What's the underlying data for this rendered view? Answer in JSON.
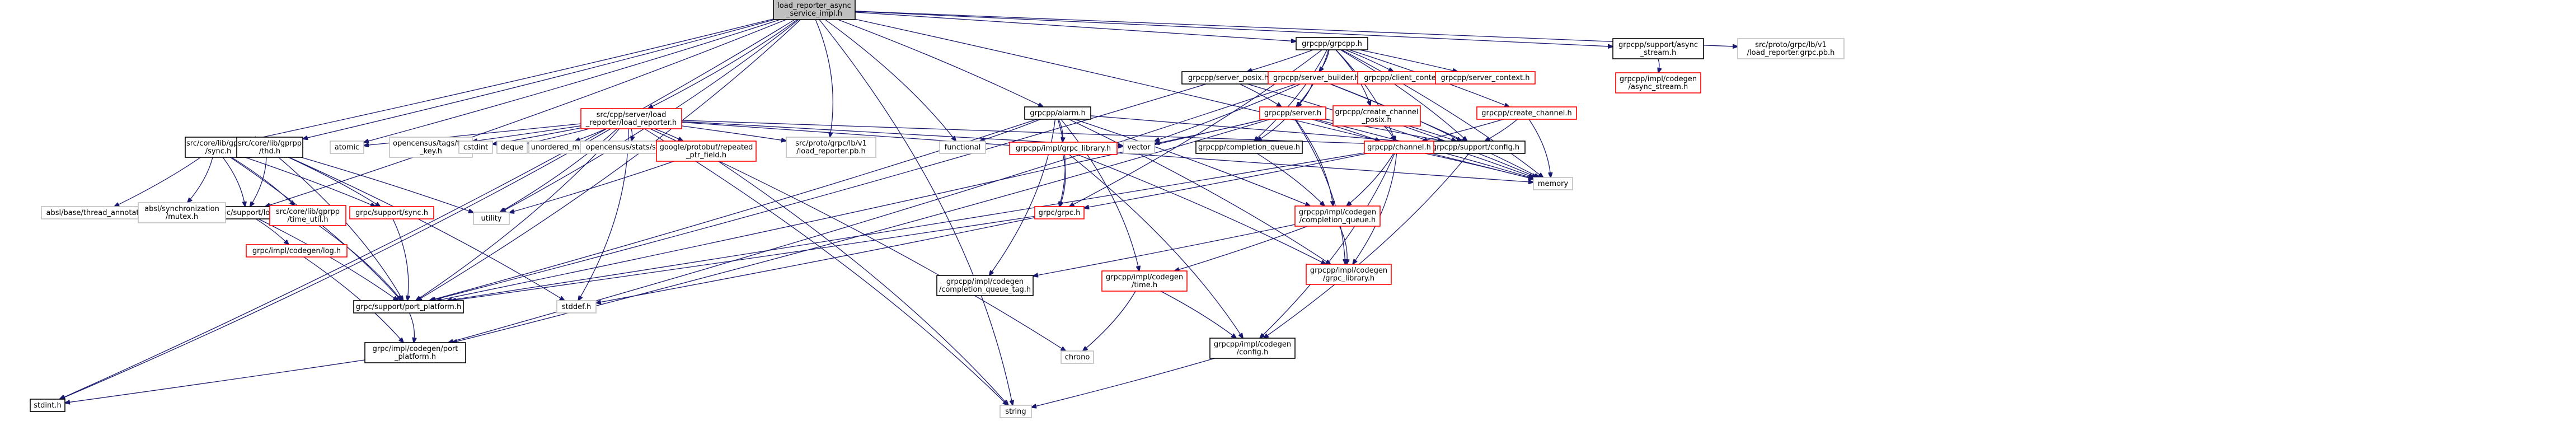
{
  "colors": {
    "edge": "#191970",
    "root_fill": "#bfbfbf",
    "border_linked": "#000000",
    "border_red": "#ff0000",
    "border_leaf": "#bfbfbf",
    "fill": "#ffffff"
  },
  "nodes": [
    {
      "id": "root",
      "lines": [
        "load_reporter_async",
        "_service_impl.h"
      ],
      "style": "root"
    },
    {
      "id": "stdint",
      "lines": [
        "stdint.h"
      ],
      "style": "linked"
    },
    {
      "id": "port_platform",
      "lines": [
        "grpc/support/port_platform.h"
      ],
      "style": "linked"
    },
    {
      "id": "gpr_log",
      "lines": [
        "grpc/support/log.h"
      ],
      "style": "linked"
    },
    {
      "id": "core_sync",
      "lines": [
        "src/core/lib/gprpp",
        "/sync.h"
      ],
      "style": "linked"
    },
    {
      "id": "core_thd",
      "lines": [
        "src/core/lib/gprpp",
        "/thd.h"
      ],
      "style": "linked"
    },
    {
      "id": "atomic",
      "lines": [
        "atomic"
      ],
      "style": "leaf"
    },
    {
      "id": "load_reporter",
      "lines": [
        "src/cpp/server/load",
        "_reporter/load_reporter.h"
      ],
      "style": "red"
    },
    {
      "id": "lr_pb",
      "lines": [
        "src/proto/grpc/lb/v1",
        "/load_reporter.pb.h"
      ],
      "style": "leaf"
    },
    {
      "id": "functional",
      "lines": [
        "functional"
      ],
      "style": "leaf"
    },
    {
      "id": "alarm",
      "lines": [
        "grpcpp/alarm.h"
      ],
      "style": "linked"
    },
    {
      "id": "grpcpp",
      "lines": [
        "grpcpp/grpcpp.h"
      ],
      "style": "linked"
    },
    {
      "id": "memory",
      "lines": [
        "memory"
      ],
      "style": "leaf"
    },
    {
      "id": "string",
      "lines": [
        "string"
      ],
      "style": "leaf"
    },
    {
      "id": "async_stream",
      "lines": [
        "grpcpp/support/async",
        "_stream.h"
      ],
      "style": "linked"
    },
    {
      "id": "lr_grpc_pb",
      "lines": [
        "src/proto/grpc/lb/v1",
        "/load_reporter.grpc.pb.h"
      ],
      "style": "leaf"
    },
    {
      "id": "absl_ta",
      "lines": [
        "absl/base/thread_annotations.h"
      ],
      "style": "leaf"
    },
    {
      "id": "absl_mutex",
      "lines": [
        "absl/synchronization",
        "/mutex.h"
      ],
      "style": "leaf"
    },
    {
      "id": "core_time_util",
      "lines": [
        "src/core/lib/gprpp",
        "/time_util.h"
      ],
      "style": "red"
    },
    {
      "id": "support_sync",
      "lines": [
        "grpc/support/sync.h"
      ],
      "style": "red"
    },
    {
      "id": "utility",
      "lines": [
        "utility"
      ],
      "style": "leaf"
    },
    {
      "id": "impl_codegen_log",
      "lines": [
        "grpc/impl/codegen/log.h"
      ],
      "style": "red"
    },
    {
      "id": "impl_port_platform",
      "lines": [
        "grpc/impl/codegen/port",
        "_platform.h"
      ],
      "style": "linked"
    },
    {
      "id": "tag_key",
      "lines": [
        "opencensus/tags/tag",
        "_key.h"
      ],
      "style": "leaf"
    },
    {
      "id": "cstdint",
      "lines": [
        "cstdint"
      ],
      "style": "leaf"
    },
    {
      "id": "deque",
      "lines": [
        "deque"
      ],
      "style": "leaf"
    },
    {
      "id": "unordered_map",
      "lines": [
        "unordered_map"
      ],
      "style": "leaf"
    },
    {
      "id": "stats",
      "lines": [
        "opencensus/stats/stats.h"
      ],
      "style": "leaf"
    },
    {
      "id": "repeated_ptr",
      "lines": [
        "google/protobuf/repeated",
        "_ptr_field.h"
      ],
      "style": "red"
    },
    {
      "id": "chrono",
      "lines": [
        "chrono"
      ],
      "style": "leaf"
    },
    {
      "id": "stddef",
      "lines": [
        "stddef.h"
      ],
      "style": "leaf"
    },
    {
      "id": "server_posix",
      "lines": [
        "grpcpp/server_posix.h"
      ],
      "style": "linked"
    },
    {
      "id": "server_builder",
      "lines": [
        "grpcpp/server_builder.h"
      ],
      "style": "red"
    },
    {
      "id": "client_context",
      "lines": [
        "grpcpp/client_context.h"
      ],
      "style": "red"
    },
    {
      "id": "server_context",
      "lines": [
        "grpcpp/server_context.h"
      ],
      "style": "red"
    },
    {
      "id": "impl_async_stream",
      "lines": [
        "grpcpp/impl/codegen",
        "/async_stream.h"
      ],
      "style": "red"
    },
    {
      "id": "server",
      "lines": [
        "grpcpp/server.h"
      ],
      "style": "red"
    },
    {
      "id": "create_channel_posix",
      "lines": [
        "grpcpp/create_channel",
        "_posix.h"
      ],
      "style": "red"
    },
    {
      "id": "create_channel",
      "lines": [
        "grpcpp/create_channel.h"
      ],
      "style": "red"
    },
    {
      "id": "grpc_library_impl",
      "lines": [
        "grpcpp/impl/grpc_library.h"
      ],
      "style": "red"
    },
    {
      "id": "vector",
      "lines": [
        "vector"
      ],
      "style": "leaf"
    },
    {
      "id": "completion_queue",
      "lines": [
        "grpcpp/completion_queue.h"
      ],
      "style": "linked"
    },
    {
      "id": "support_config",
      "lines": [
        "grpcpp/support/config.h"
      ],
      "style": "linked"
    },
    {
      "id": "channel",
      "lines": [
        "grpcpp/channel.h"
      ],
      "style": "red"
    },
    {
      "id": "grpc_h",
      "lines": [
        "grpc/grpc.h"
      ],
      "style": "red"
    },
    {
      "id": "codegen_cq",
      "lines": [
        "grpcpp/impl/codegen",
        "/completion_queue.h"
      ],
      "style": "red"
    },
    {
      "id": "cq_tag",
      "lines": [
        "grpcpp/impl/codegen",
        "/completion_queue_tag.h"
      ],
      "style": "linked"
    },
    {
      "id": "codegen_time",
      "lines": [
        "grpcpp/impl/codegen",
        "/time.h"
      ],
      "style": "red"
    },
    {
      "id": "codegen_grpc_library",
      "lines": [
        "grpcpp/impl/codegen",
        "/grpc_library.h"
      ],
      "style": "red"
    },
    {
      "id": "codegen_config",
      "lines": [
        "grpcpp/impl/codegen",
        "/config.h"
      ],
      "style": "linked"
    }
  ],
  "edges": [
    [
      "root",
      "stdint"
    ],
    [
      "root",
      "port_platform"
    ],
    [
      "root",
      "gpr_log"
    ],
    [
      "root",
      "core_sync"
    ],
    [
      "root",
      "core_thd"
    ],
    [
      "root",
      "atomic"
    ],
    [
      "root",
      "load_reporter"
    ],
    [
      "root",
      "lr_pb"
    ],
    [
      "root",
      "functional"
    ],
    [
      "root",
      "alarm"
    ],
    [
      "root",
      "grpcpp"
    ],
    [
      "root",
      "memory"
    ],
    [
      "root",
      "string"
    ],
    [
      "root",
      "async_stream"
    ],
    [
      "root",
      "lr_grpc_pb"
    ],
    [
      "root",
      "utility"
    ],
    [
      "core_sync",
      "absl_ta"
    ],
    [
      "core_sync",
      "absl_mutex"
    ],
    [
      "core_sync",
      "gpr_log"
    ],
    [
      "core_sync",
      "port_platform"
    ],
    [
      "core_sync",
      "core_time_util"
    ],
    [
      "core_sync",
      "support_sync"
    ],
    [
      "core_thd",
      "gpr_log"
    ],
    [
      "core_thd",
      "port_platform"
    ],
    [
      "core_thd",
      "support_sync"
    ],
    [
      "core_thd",
      "stddef"
    ],
    [
      "core_thd",
      "utility"
    ],
    [
      "gpr_log",
      "port_platform"
    ],
    [
      "gpr_log",
      "impl_codegen_log"
    ],
    [
      "impl_codegen_log",
      "impl_port_platform"
    ],
    [
      "port_platform",
      "impl_port_platform"
    ],
    [
      "impl_port_platform",
      "stdint"
    ],
    [
      "core_time_util",
      "port_platform"
    ],
    [
      "support_sync",
      "port_platform"
    ],
    [
      "load_reporter",
      "stdint"
    ],
    [
      "load_reporter",
      "atomic"
    ],
    [
      "load_reporter",
      "tag_key"
    ],
    [
      "load_reporter",
      "cstdint"
    ],
    [
      "load_reporter",
      "deque"
    ],
    [
      "load_reporter",
      "unordered_map"
    ],
    [
      "load_reporter",
      "stats"
    ],
    [
      "load_reporter",
      "repeated_ptr"
    ],
    [
      "load_reporter",
      "lr_pb"
    ],
    [
      "load_reporter",
      "vector"
    ],
    [
      "load_reporter",
      "memory"
    ],
    [
      "load_reporter",
      "string"
    ],
    [
      "load_reporter",
      "chrono"
    ],
    [
      "load_reporter",
      "stddef"
    ],
    [
      "load_reporter",
      "port_platform"
    ],
    [
      "load_reporter",
      "support_config"
    ],
    [
      "load_reporter",
      "utility"
    ],
    [
      "repeated_ptr",
      "utility"
    ],
    [
      "repeated_ptr",
      "string"
    ],
    [
      "alarm",
      "functional"
    ],
    [
      "alarm",
      "grpc_library_impl"
    ],
    [
      "alarm",
      "grpc_h"
    ],
    [
      "alarm",
      "codegen_cq"
    ],
    [
      "alarm",
      "cq_tag"
    ],
    [
      "alarm",
      "codegen_time"
    ],
    [
      "alarm",
      "codegen_grpc_library"
    ],
    [
      "alarm",
      "port_platform"
    ],
    [
      "alarm",
      "support_config"
    ],
    [
      "grpc_library_impl",
      "grpc_h"
    ],
    [
      "grpc_library_impl",
      "codegen_config"
    ],
    [
      "grpc_library_impl",
      "codegen_grpc_library"
    ],
    [
      "grpc_h",
      "port_platform"
    ],
    [
      "grpc_h",
      "stddef"
    ],
    [
      "grpcpp",
      "grpc_h"
    ],
    [
      "grpcpp",
      "server_posix"
    ],
    [
      "grpcpp",
      "server_builder"
    ],
    [
      "grpcpp",
      "client_context"
    ],
    [
      "grpcpp",
      "server_context"
    ],
    [
      "grpcpp",
      "create_channel_posix"
    ],
    [
      "grpcpp",
      "create_channel"
    ],
    [
      "grpcpp",
      "server"
    ],
    [
      "grpcpp",
      "completion_queue"
    ],
    [
      "grpcpp",
      "channel"
    ],
    [
      "grpcpp",
      "support_config"
    ],
    [
      "grpcpp",
      "memory"
    ],
    [
      "server_posix",
      "server"
    ],
    [
      "server_posix",
      "memory"
    ],
    [
      "server_posix",
      "port_platform"
    ],
    [
      "server_builder",
      "server"
    ],
    [
      "server_builder",
      "vector"
    ],
    [
      "server_builder",
      "memory"
    ],
    [
      "server_builder",
      "support_config"
    ],
    [
      "server_builder",
      "impl_port_platform"
    ],
    [
      "server",
      "vector"
    ],
    [
      "server",
      "completion_queue"
    ],
    [
      "server",
      "channel"
    ],
    [
      "server",
      "codegen_cq"
    ],
    [
      "server",
      "codegen_grpc_library"
    ],
    [
      "server",
      "memory"
    ],
    [
      "server",
      "support_config"
    ],
    [
      "server",
      "impl_port_platform"
    ],
    [
      "server",
      "port_platform"
    ],
    [
      "create_channel_posix",
      "channel"
    ],
    [
      "create_channel_posix",
      "memory"
    ],
    [
      "create_channel_posix",
      "support_config"
    ],
    [
      "create_channel",
      "channel"
    ],
    [
      "create_channel",
      "memory"
    ],
    [
      "create_channel",
      "support_config"
    ],
    [
      "completion_queue",
      "codegen_cq"
    ],
    [
      "channel",
      "grpc_h"
    ],
    [
      "channel",
      "codegen_cq"
    ],
    [
      "channel",
      "codegen_grpc_library"
    ],
    [
      "channel",
      "codegen_config"
    ],
    [
      "channel",
      "memory"
    ],
    [
      "channel",
      "port_platform"
    ],
    [
      "support_config",
      "codegen_config"
    ],
    [
      "codegen_cq",
      "cq_tag"
    ],
    [
      "codegen_cq",
      "codegen_time"
    ],
    [
      "codegen_cq",
      "codegen_grpc_library"
    ],
    [
      "codegen_time",
      "chrono"
    ],
    [
      "codegen_time",
      "codegen_config"
    ],
    [
      "codegen_config",
      "string"
    ],
    [
      "async_stream",
      "impl_async_stream"
    ]
  ]
}
